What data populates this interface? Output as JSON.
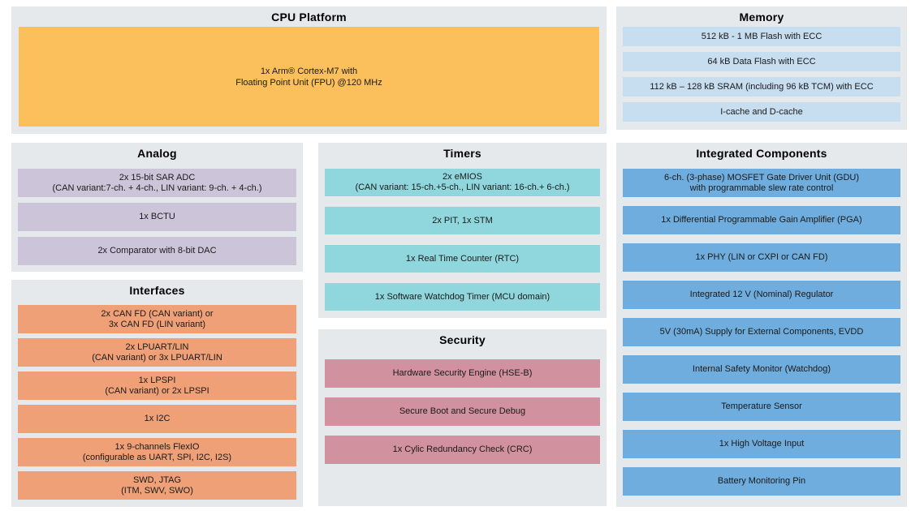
{
  "colors": {
    "page_background": "#ffffff",
    "panel_background": "#e5e9ec",
    "text": "#1a1a1a",
    "cpu_block": "#fbc05c",
    "memory_row": "#c7ddf0",
    "analog_row": "#ccc5da",
    "interfaces_row": "#efa077",
    "timers_row": "#8fd7dc",
    "security_row": "#d2919e",
    "integrated_row": "#6fadde"
  },
  "sections": {
    "cpu": {
      "title": "CPU Platform",
      "block_color": "#fbc05c",
      "block": "1x Arm® Cortex-M7 with\nFloating Point Unit (FPU) @120 MHz"
    },
    "memory": {
      "title": "Memory",
      "row_color": "#c7ddf0",
      "rows": [
        "512 kB - 1 MB Flash with ECC",
        "64 kB Data Flash with ECC",
        "112 kB – 128 kB SRAM (including 96 kB TCM) with ECC",
        "I-cache and D-cache"
      ]
    },
    "analog": {
      "title": "Analog",
      "row_color": "#ccc5da",
      "rows": [
        "2x 15-bit SAR ADC\n(CAN variant:7-ch. + 4-ch., LIN variant: 9-ch. + 4-ch.)",
        "1x BCTU",
        "2x Comparator with 8-bit DAC"
      ]
    },
    "interfaces": {
      "title": "Interfaces",
      "row_color": "#efa077",
      "rows": [
        "2x CAN FD (CAN variant) or\n3x CAN FD (LIN variant)",
        "2x LPUART/LIN\n(CAN variant) or 3x LPUART/LIN",
        "1x LPSPI\n(CAN variant) or 2x LPSPI",
        "1x I2C",
        "1x 9-channels FlexIO\n(configurable as UART, SPI, I2C, I2S)",
        "SWD, JTAG\n(ITM, SWV, SWO)"
      ]
    },
    "timers": {
      "title": "Timers",
      "row_color": "#8fd7dc",
      "rows": [
        "2x eMIOS\n(CAN variant: 15-ch.+5-ch., LIN variant: 16-ch.+ 6-ch.)",
        "2x PIT, 1x STM",
        "1x Real Time Counter (RTC)",
        "1x Software Watchdog Timer (MCU domain)"
      ]
    },
    "security": {
      "title": "Security",
      "row_color": "#d2919e",
      "rows": [
        "Hardware Security Engine (HSE-B)",
        "Secure Boot and Secure Debug",
        "1x Cylic Redundancy Check (CRC)"
      ]
    },
    "integrated": {
      "title": "Integrated Components",
      "row_color": "#6fadde",
      "rows": [
        "6-ch. (3-phase) MOSFET Gate Driver Unit (GDU)\nwith programmable slew rate control",
        "1x Differential Programmable Gain Amplifier (PGA)",
        "1x PHY (LIN or CXPI or CAN FD)",
        "Integrated 12 V (Nominal) Regulator",
        "5V (30mA) Supply for External Components, EVDD",
        "Internal Safety Monitor (Watchdog)",
        "Temperature Sensor",
        "1x High Voltage Input",
        "Battery Monitoring Pin"
      ]
    }
  }
}
